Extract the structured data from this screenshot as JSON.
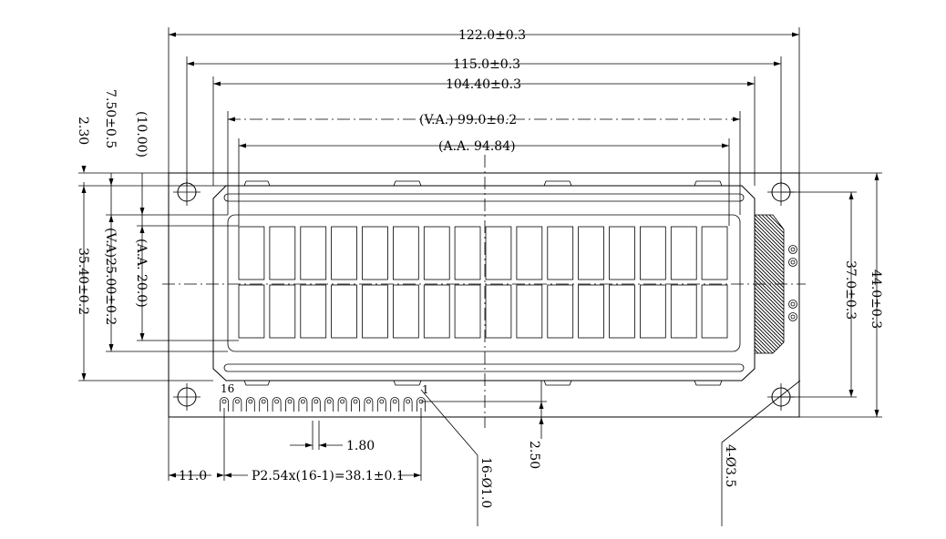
{
  "dimensions": {
    "overall_width": "122.0±0.3",
    "hole_pitch_width": "115.0±0.3",
    "bezel_width": "104.40±0.3",
    "viewing_area_width": "(V.A.) 99.0±0.2",
    "active_area_width": "(A.A. 94.84)",
    "overall_height": "44.0±0.3",
    "hole_pitch_height": "37.0±0.3",
    "bezel_height": "35.40±0.2",
    "viewing_area_height": "(V.A)25.00±0.2",
    "active_area_height": "(A.A.  20.0)",
    "top_offset_small": "2.30",
    "top_offset_bezel": "7.50±0.5",
    "top_offset_aa": "(10.00)",
    "pin_offset": "11.0",
    "pin_pitch": "P2.54x(16-1)=38.1±0.1",
    "pin_pad": "1.80",
    "pin_bottom": "2.50",
    "pin_holes": "16-Ø1.0",
    "mount_holes": "4-Ø3.5"
  },
  "pins": {
    "first": "1",
    "last": "16"
  },
  "display": {
    "rows": 2,
    "columns": 16
  }
}
